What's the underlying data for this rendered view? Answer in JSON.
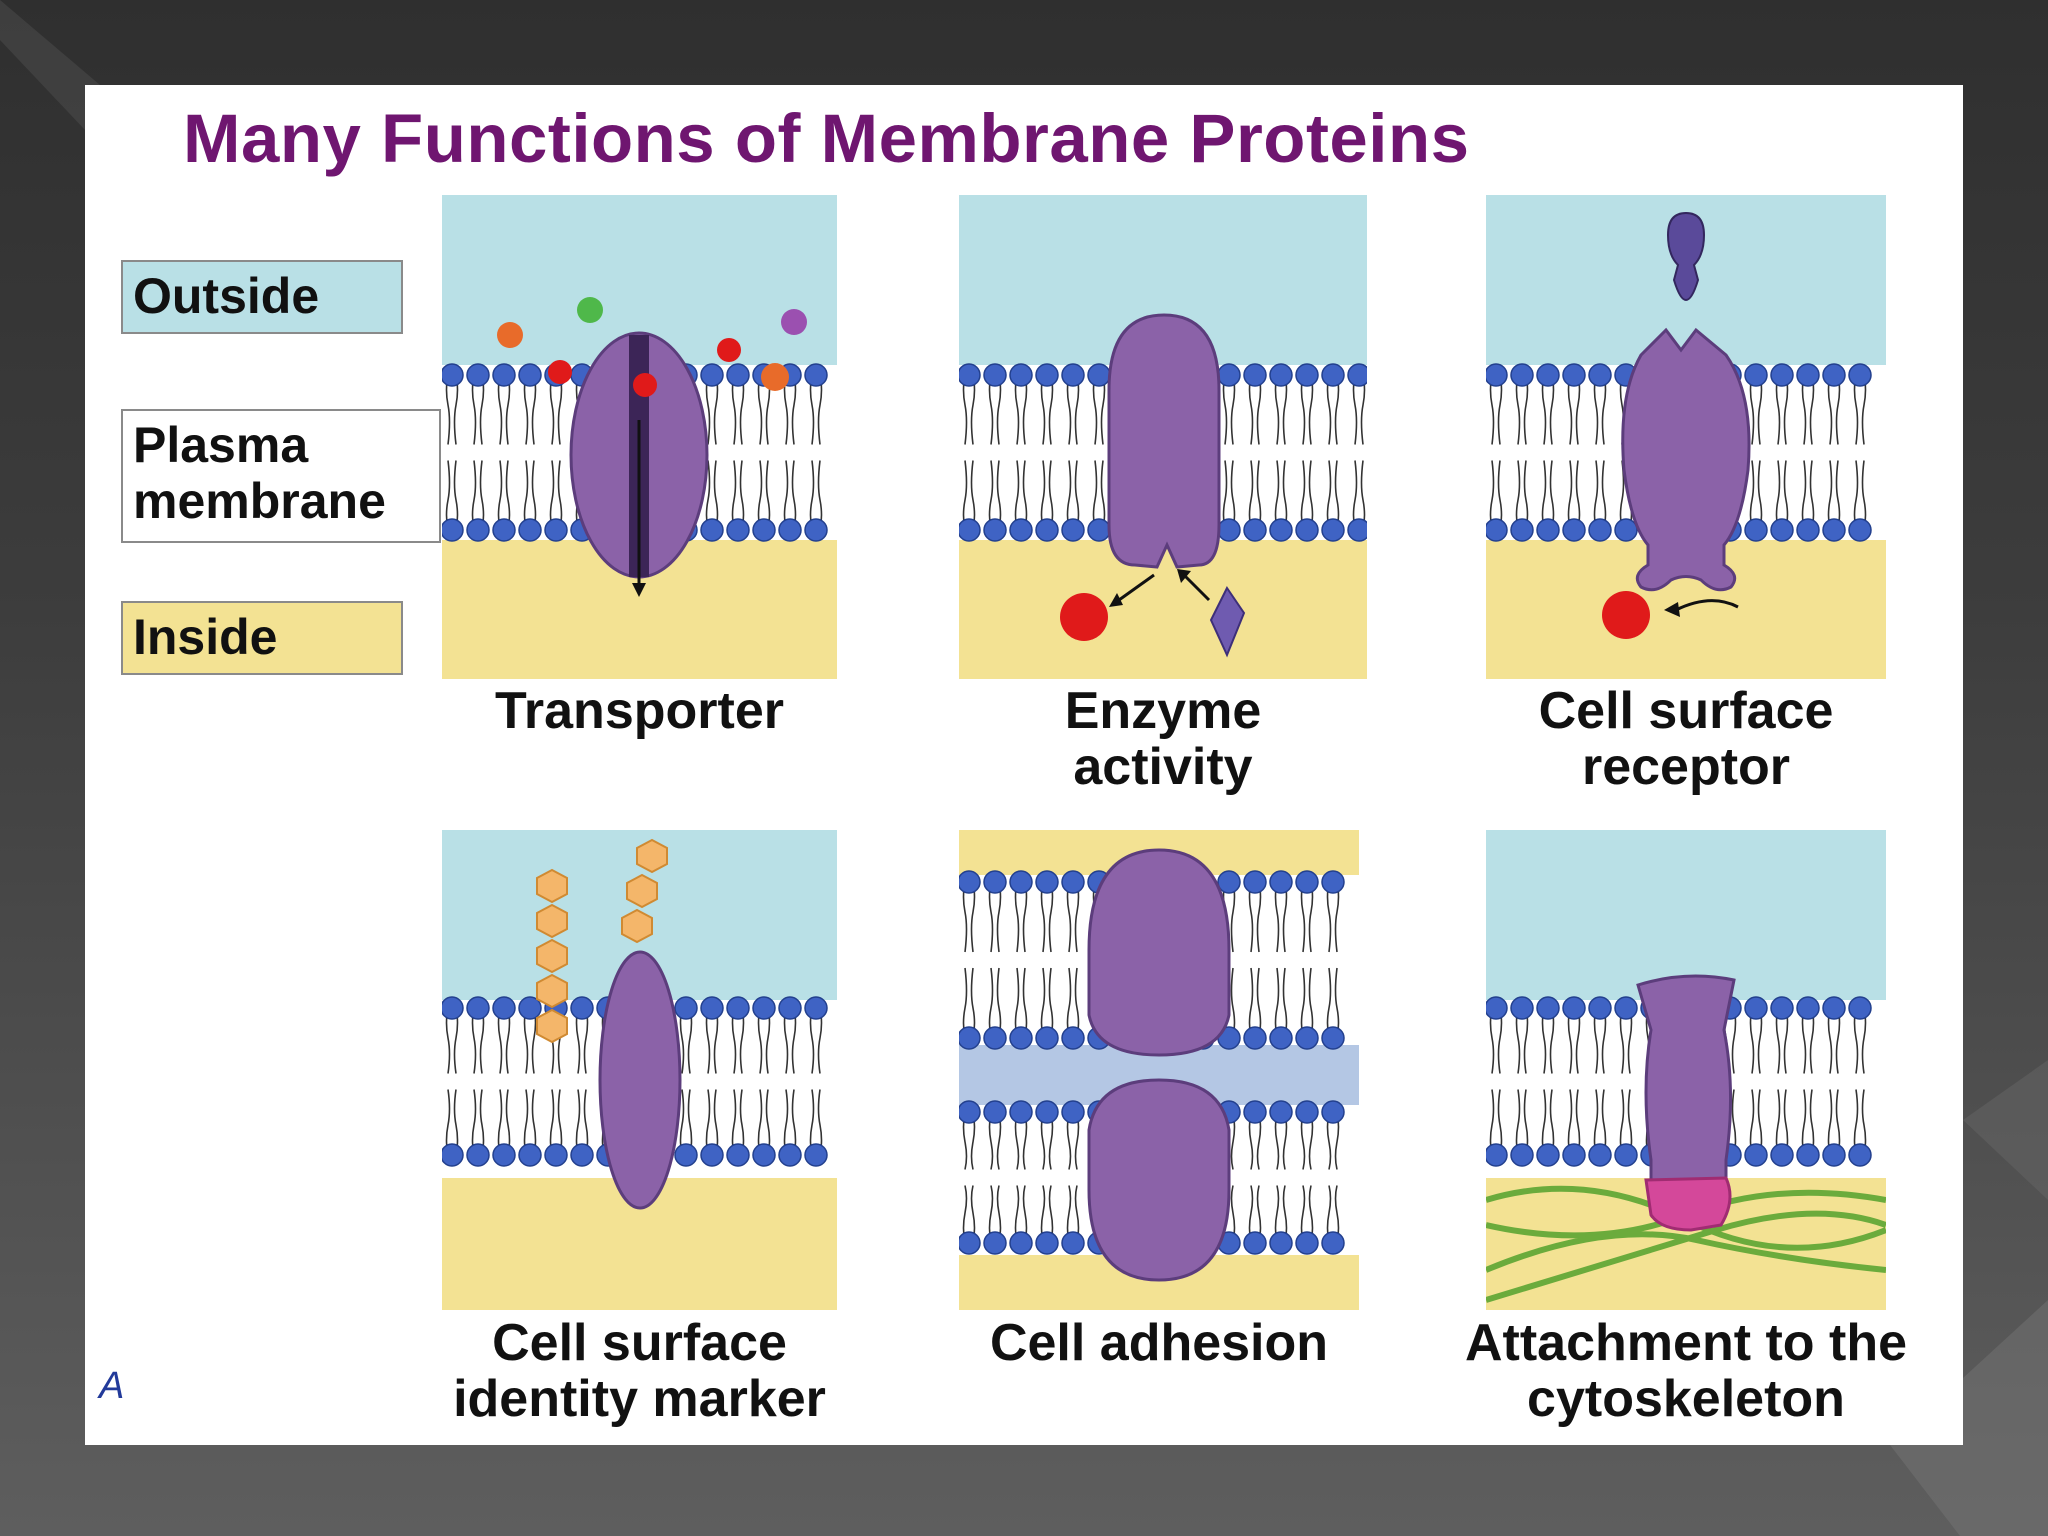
{
  "title": "Many Functions of Membrane Proteins",
  "legend": {
    "outside": "Outside",
    "plasma_membrane": [
      "Plasma",
      "membrane"
    ],
    "inside": "Inside"
  },
  "panels": [
    {
      "id": "transporter",
      "caption": [
        "Transporter"
      ]
    },
    {
      "id": "enzyme",
      "caption": [
        "Enzyme",
        "activity"
      ]
    },
    {
      "id": "receptor",
      "caption": [
        "Cell surface",
        "receptor"
      ]
    },
    {
      "id": "identity",
      "caption": [
        "Cell surface",
        "identity marker"
      ]
    },
    {
      "id": "adhesion",
      "caption": [
        "Cell adhesion"
      ]
    },
    {
      "id": "cytoskeleton",
      "caption": [
        "Attachment to the",
        "cytoskeleton"
      ]
    }
  ],
  "footer_fragment": "A",
  "colors": {
    "title": "#6f1670",
    "outside": "#b9e0e6",
    "inside": "#f3e293",
    "protein": "#8b62a8",
    "phosphate_head": "#3f63c4",
    "filament": "#6bab3c"
  }
}
